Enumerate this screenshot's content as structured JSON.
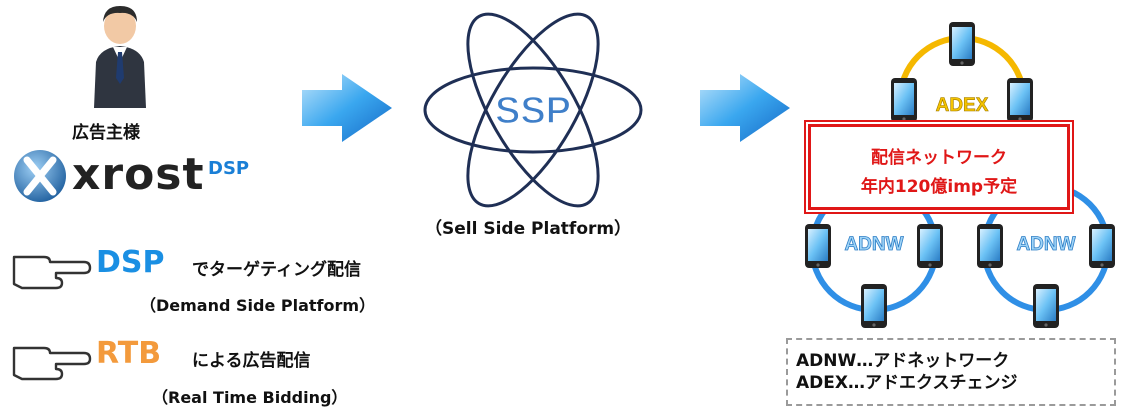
{
  "advertiser": {
    "label": "広告主様",
    "brand_word": "xrost",
    "brand_sup": "DSP",
    "brand_color": "#1a7fd6"
  },
  "ssp": {
    "acronym": "SSP",
    "subtitle": "（Sell Side Platform）"
  },
  "features": [
    {
      "acronym": "DSP",
      "desc": "でターゲティング配信",
      "full": "（Demand Side Platform）",
      "color": "#1a8fe3",
      "icon": "pointing-hand-icon"
    },
    {
      "acronym": "RTB",
      "desc": "による広告配信",
      "full": "（Real Time Bidding）",
      "color": "#f39a3c",
      "icon": "pointing-hand-icon"
    }
  ],
  "network": {
    "line1": "配信ネットワーク",
    "line2": "年内120億imp予定",
    "accent": "#e01717",
    "clusters": [
      {
        "label": "ADEX",
        "ring_color": "#f5b800"
      },
      {
        "label": "ADNW",
        "ring_color": "#2f8fe6"
      },
      {
        "label": "ADNW",
        "ring_color": "#2f8fe6"
      }
    ]
  },
  "legend": {
    "line1": "ADNW…アドネットワーク",
    "line2": "ADEX…アドエクスチェンジ"
  }
}
